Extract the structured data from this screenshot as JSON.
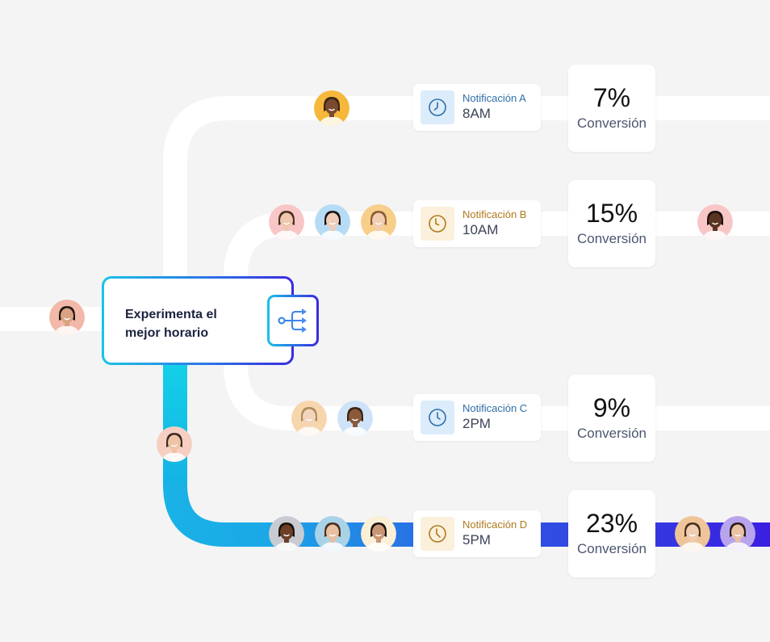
{
  "colors": {
    "background": "#f4f4f5",
    "path_white": "#ffffff",
    "gradient_start": "#19c3e6",
    "gradient_mid": "#2a7de6",
    "gradient_end": "#3a2ae0",
    "blue_accent": "#2e6fa8",
    "blue_icon_bg": "#dcecfb",
    "gold_accent": "#b07a1e",
    "gold_icon_bg": "#fbf0dc"
  },
  "main_node": {
    "title": "Experimenta el mejor horario",
    "icon": "split-branch-icon"
  },
  "notifications": [
    {
      "id": "A",
      "label": "Notificación A",
      "time": "8AM",
      "icon": "clock-icon",
      "theme": "blue"
    },
    {
      "id": "B",
      "label": "Notificación B",
      "time": "10AM",
      "icon": "clock-icon",
      "theme": "gold"
    },
    {
      "id": "C",
      "label": "Notificación C",
      "time": "2PM",
      "icon": "clock-icon",
      "theme": "blue"
    },
    {
      "id": "D",
      "label": "Notificación D",
      "time": "5PM",
      "icon": "clock-icon",
      "theme": "gold"
    }
  ],
  "conversions": [
    {
      "value": "7%",
      "label": "Conversión"
    },
    {
      "value": "15%",
      "label": "Conversión"
    },
    {
      "value": "9%",
      "label": "Conversión"
    },
    {
      "value": "23%",
      "label": "Conversión"
    }
  ],
  "avatars": [
    {
      "position": "entry",
      "bg": "#f2b8a8",
      "skin": "#d9a383",
      "hair": "#1e1612"
    },
    {
      "position": "branch-a",
      "bg": "#f5b83a",
      "skin": "#7a4a2e",
      "hair": "#3b2414"
    },
    {
      "position": "branch-b-1",
      "bg": "#f8c6c6",
      "skin": "#efc6ae",
      "hair": "#4a2e1e"
    },
    {
      "position": "branch-b-2",
      "bg": "#b6dcf5",
      "skin": "#efcdb8",
      "hair": "#15100e"
    },
    {
      "position": "branch-b-3",
      "bg": "#f7ce8a",
      "skin": "#f1cdb2",
      "hair": "#8a5a32"
    },
    {
      "position": "branch-b-out",
      "bg": "#f8c6c6",
      "skin": "#5a3422",
      "hair": "#1a110c"
    },
    {
      "position": "branch-c-1",
      "bg": "#f7d5ad",
      "skin": "#f2d4bc",
      "hair": "#b08a5e"
    },
    {
      "position": "branch-c-2",
      "bg": "#cfe3f8",
      "skin": "#8a5a3a",
      "hair": "#3a2214"
    },
    {
      "position": "branch-d-vertical",
      "bg": "#f6cfc2",
      "skin": "#efc4a6",
      "hair": "#3a2a22"
    },
    {
      "position": "branch-d-1",
      "bg": "#c8ccd2",
      "skin": "#6b3f28",
      "hair": "#1a110c"
    },
    {
      "position": "branch-d-2",
      "bg": "#a9d2e6",
      "skin": "#e9bfa2",
      "hair": "#4a2e1c"
    },
    {
      "position": "branch-d-3",
      "bg": "#fbefd6",
      "skin": "#c99675",
      "hair": "#1a110c"
    },
    {
      "position": "branch-d-out-1",
      "bg": "#efc498",
      "skin": "#efcdb2",
      "hair": "#4a2e1e"
    },
    {
      "position": "branch-d-out-2",
      "bg": "#b8a4ec",
      "skin": "#e9c2a6",
      "hair": "#2a1c14"
    }
  ]
}
